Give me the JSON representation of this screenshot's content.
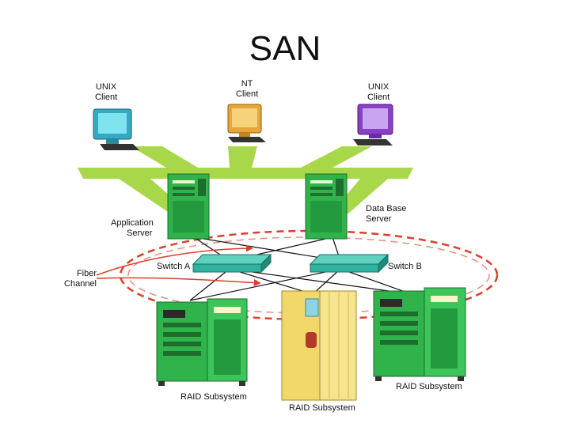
{
  "title": "SAN",
  "colors": {
    "backbone": "#a8d84a",
    "server": "#2fb34a",
    "switch": "#2fb3a0",
    "raid_green": "#2fb34a",
    "raid_yellow": "#f2d86a",
    "fiber": "#d9402a",
    "client_unix_left": "#35a9c4",
    "client_nt": "#e8a53a",
    "client_unix_right": "#8a3fc9"
  },
  "clients": [
    {
      "line1": "UNIX",
      "line2": "Client",
      "icon": "monitor-teal-icon"
    },
    {
      "line1": "NT",
      "line2": "Client",
      "icon": "monitor-orange-icon"
    },
    {
      "line1": "UNIX",
      "line2": "Client",
      "icon": "monitor-purple-icon"
    }
  ],
  "servers": [
    {
      "line1": "Application",
      "line2": "Server",
      "icon": "tower-server-icon"
    },
    {
      "line1": "Data Base",
      "line2": "Server",
      "icon": "tower-server-icon"
    }
  ],
  "switches": [
    {
      "label": "Switch A",
      "icon": "network-switch-icon"
    },
    {
      "label": "Switch B",
      "icon": "network-switch-icon"
    }
  ],
  "fiber_channel": {
    "line1": "Fiber",
    "line2": "Channel"
  },
  "storage": [
    {
      "label": "RAID Subsystem",
      "icon": "raid-cabinet-icon"
    },
    {
      "label": "RAID Subsystem",
      "icon": "raid-tower-icon"
    },
    {
      "label": "RAID Subsystem",
      "icon": "raid-cabinet-icon"
    }
  ]
}
